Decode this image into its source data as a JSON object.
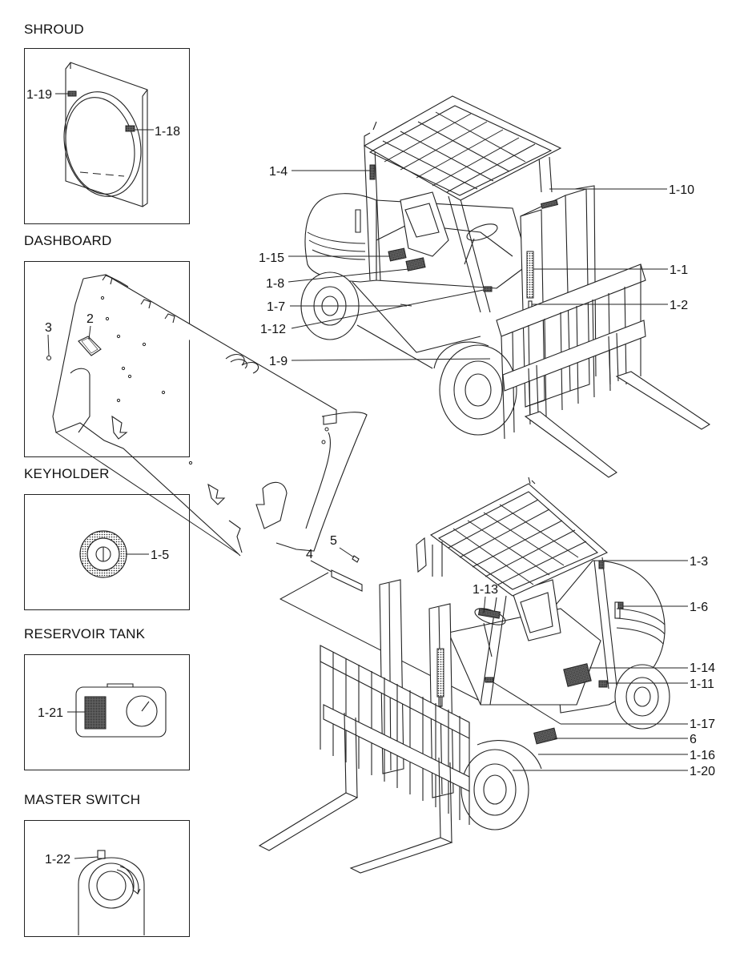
{
  "sections": {
    "shroud": "SHROUD",
    "dashboard": "DASHBOARD",
    "keyholder": "KEYHOLDER",
    "reservoir": "RESERVOIR TANK",
    "master": "MASTER SWITCH"
  },
  "callouts": {
    "c1_19": "1-19",
    "c1_18": "1-18",
    "c3": "3",
    "c2": "2",
    "c4": "4",
    "c5": "5",
    "c1_5": "1-5",
    "c1_21": "1-21",
    "c1_22": "1-22",
    "c1_4": "1-4",
    "c1_10": "1-10",
    "c1_15": "1-15",
    "c1_1": "1-1",
    "c1_8": "1-8",
    "c1_7": "1-7",
    "c1_2": "1-2",
    "c1_12": "1-12",
    "c1_9": "1-9",
    "c1_3": "1-3",
    "c1_13": "1-13",
    "c1_6": "1-6",
    "c1_14": "1-14",
    "c1_11": "1-11",
    "c1_17": "1-17",
    "c6": "6",
    "c1_16": "1-16",
    "c1_20": "1-20"
  }
}
